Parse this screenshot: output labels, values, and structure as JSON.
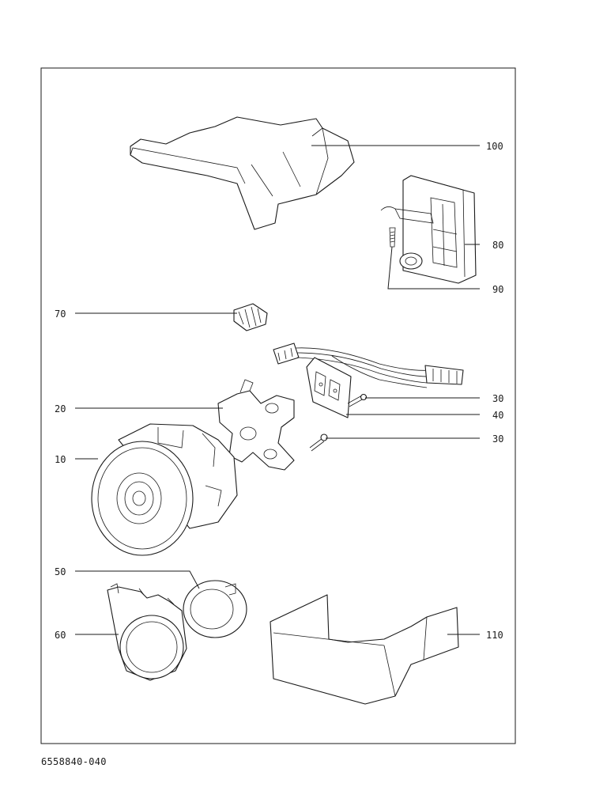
{
  "document_number": "6558840-040",
  "callouts": {
    "c100": "100",
    "c80": "80",
    "c90": "90",
    "c70": "70",
    "c30a": "30",
    "c20": "20",
    "c40": "40",
    "c30b": "30",
    "c10": "10",
    "c50": "50",
    "c60": "60",
    "c110": "110"
  }
}
